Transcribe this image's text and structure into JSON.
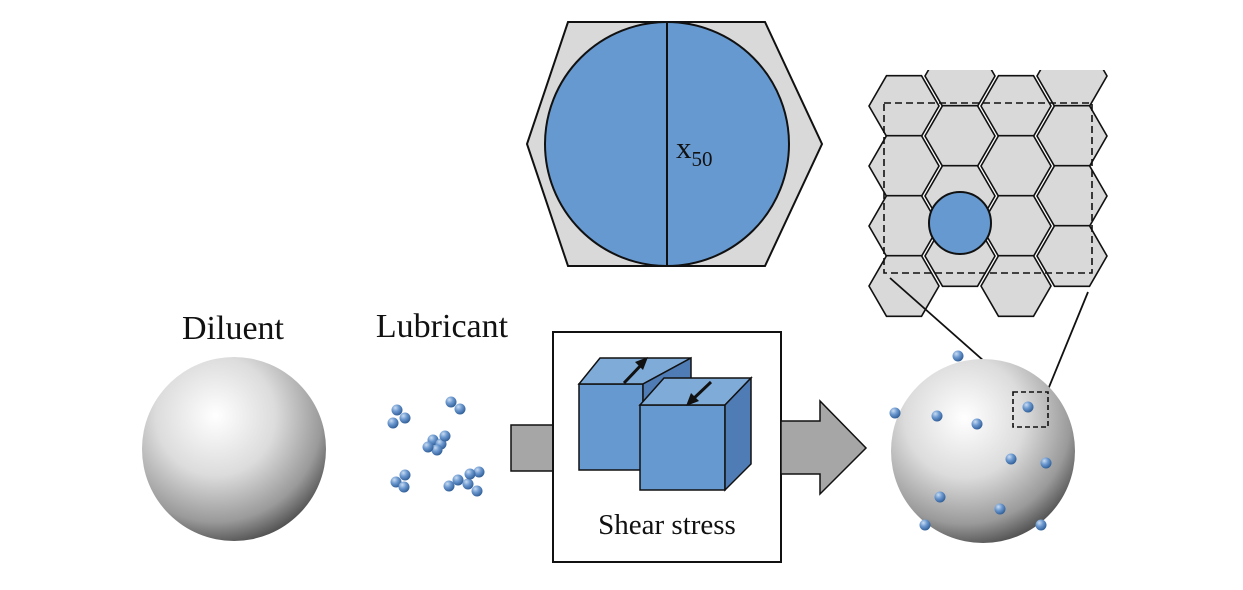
{
  "labels": {
    "diluent": "Diluent",
    "lubricant": "Lubricant",
    "shear_stress": "Shear stress",
    "particle_size_base": "x",
    "particle_size_sub": "50"
  },
  "colors": {
    "particle_blue": "#6699d0",
    "hex_gray": "#d9d9d9",
    "arrow_gray": "#a6a6a6",
    "outline": "#111111"
  }
}
